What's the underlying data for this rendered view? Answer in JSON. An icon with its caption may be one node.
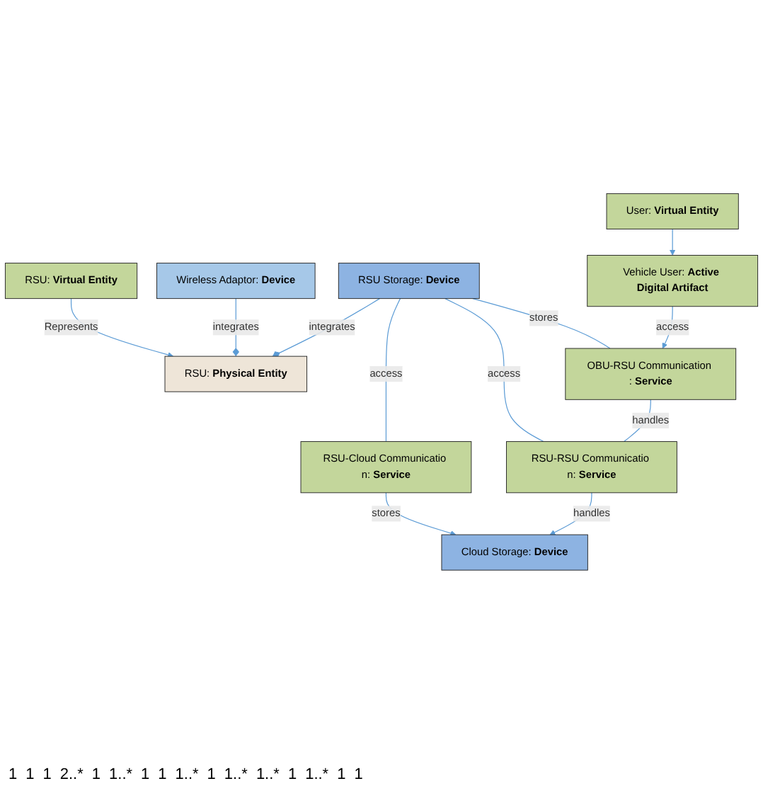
{
  "diagram": {
    "nodes": [
      {
        "text": [
          "RSU: **Virtual Entity**"
        ]
      },
      {
        "text": [
          "RSU: **Physical Entity**"
        ]
      },
      {
        "text": [
          "Wireless Adaptor: **Device**"
        ]
      },
      {
        "text": [
          "RSU Storage: **Device**"
        ]
      },
      {
        "text": [
          "RSU-Cloud Communicatio n: **Service**"
        ]
      },
      {
        "text": [
          "OBU-RSU Communication : **Service**"
        ]
      },
      {
        "text": [
          "RSU-RSU Communicatio n: **Service**"
        ]
      },
      {
        "text": [
          "Cloud Storage: **Device**"
        ]
      },
      {
        "text": [
          "User: **Virtual Entity**"
        ]
      },
      {
        "text": [
          "Vehicle User: **Active Digital Artifact**"
        ]
      }
    ],
    "edges": [
      {
        "from": 0,
        "to": 1,
        "arrow": "to",
        "label": "Represents"
      },
      {
        "from": 1,
        "to": 2,
        "arrow": "other",
        "label": "integrates"
      },
      {
        "from": 1,
        "to": 3,
        "arrow": "other",
        "label": "integrates"
      },
      {
        "from": 3,
        "to": 5,
        "arrow": "none",
        "label": "stores"
      },
      {
        "from": 3,
        "to": 6,
        "arrow": "none",
        "label": "access"
      },
      {
        "from": 3,
        "to": 4,
        "arrow": "none",
        "label": "access"
      },
      {
        "from": 4,
        "to": 7,
        "arrow": "to",
        "label": "stores"
      },
      {
        "from": 5,
        "to": 6,
        "arrow": "none",
        "label": "handles"
      },
      {
        "from": 6,
        "to": 7,
        "arrow": "to",
        "label": "handles"
      },
      {
        "from": 9,
        "to": 5,
        "arrow": "to",
        "label": "access"
      },
      {
        "from": 8,
        "to": 9,
        "arrow": "to"
      }
    ],
    "labels": [
      "1",
      "1",
      "1",
      "2..*",
      "1",
      "1..*",
      "1",
      "1",
      "1..*",
      "1",
      "1..*",
      "1..*",
      "1",
      "1..*",
      "1",
      "1"
    ]
  }
}
